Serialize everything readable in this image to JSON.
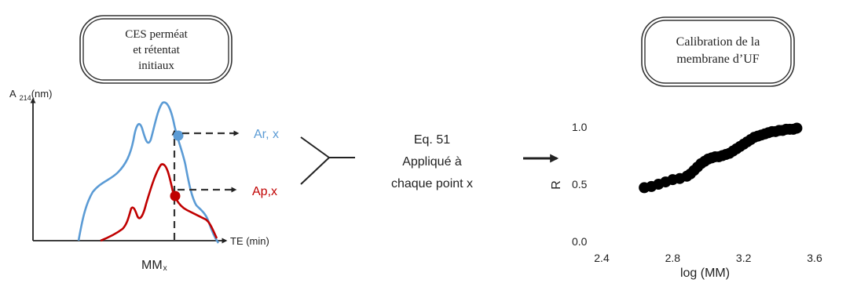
{
  "left_box": {
    "lines": [
      "CES perméat",
      "et rétentat",
      "initiaux"
    ]
  },
  "right_box": {
    "lines": [
      "Calibration de la",
      "membrane d’UF"
    ]
  },
  "sec_plot": {
    "y_axis_label": "A",
    "y_axis_subscript": "214",
    "y_axis_unit": "(nm)",
    "x_axis_label": "TE (min)",
    "x_marker": "MM",
    "x_marker_subscript": "x",
    "retentate_label": "Ar, x",
    "permeate_label": "Ap,x",
    "retentate_color": "#5b9bd5",
    "permeate_color": "#c00000"
  },
  "equation": {
    "lines": [
      "Eq. 51",
      "Appliqué à",
      "chaque point x"
    ]
  },
  "chart_data": {
    "type": "scatter",
    "xlabel": "log (MM)",
    "ylabel": "R",
    "xlim": [
      2.4,
      3.6
    ],
    "ylim": [
      0.0,
      1.0
    ],
    "xticks": [
      "2.4",
      "2.8",
      "3.2",
      "3.6"
    ],
    "yticks": [
      "0.0",
      "0.5",
      "1.0"
    ],
    "grid": false,
    "series": [
      {
        "x": [
          2.64,
          2.68,
          2.72,
          2.76,
          2.8,
          2.84,
          2.88,
          2.9,
          2.92,
          2.94,
          2.96,
          2.98,
          3.0,
          3.02,
          3.04,
          3.06,
          3.08,
          3.1,
          3.12,
          3.14,
          3.16,
          3.18,
          3.2,
          3.22,
          3.24,
          3.26,
          3.28,
          3.3,
          3.32,
          3.34,
          3.36,
          3.38,
          3.4,
          3.42,
          3.44,
          3.46,
          3.48,
          3.5
        ],
        "y": [
          0.47,
          0.48,
          0.5,
          0.52,
          0.54,
          0.55,
          0.57,
          0.59,
          0.62,
          0.65,
          0.68,
          0.7,
          0.72,
          0.73,
          0.74,
          0.74,
          0.75,
          0.76,
          0.77,
          0.79,
          0.81,
          0.83,
          0.85,
          0.87,
          0.89,
          0.91,
          0.92,
          0.93,
          0.94,
          0.95,
          0.96,
          0.96,
          0.97,
          0.97,
          0.98,
          0.98,
          0.98,
          0.99
        ],
        "color": "#000000"
      }
    ]
  }
}
